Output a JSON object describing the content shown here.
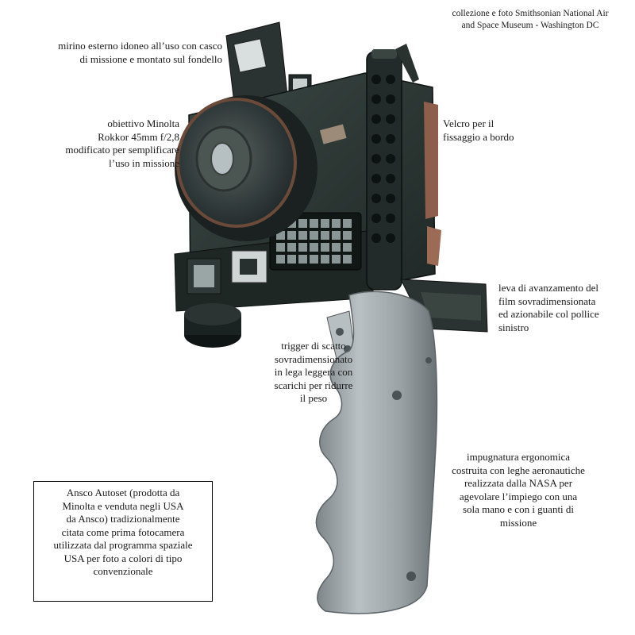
{
  "credit": "collezione e foto Smithsonian National Air\nand Space Museum - Washington DC",
  "annotations": {
    "viewfinder": "mirino esterno idoneo all’uso con casco\ndi missione e montato sul fondello",
    "lens": "obiettivo Minolta\nRokkor 45mm f/2,8\nmodificato per semplificare\nl’uso in missione",
    "velcro": "Velcro per il\nfissaggio a bordo",
    "lever": "leva di avanzamento del\nfilm sovradimensionata\ned azionabile col pollice\nsinistro",
    "trigger": "trigger di scatto\nsovradimensionato\nin lega leggera con\nscarichi per ridurre\nil peso",
    "grip": "impugnatura ergonomica\ncostruita con leghe aeronautiche\nrealizzata dalla NASA per\nagevolare l’impiego con una\nsola mano e con i guanti di\nmissione"
  },
  "caption": "Ansco Autoset (prodotta da\nMinolta e venduta negli USA\nda Ansco) tradizionalmente\ncitata come prima fotocamera\nutilizzata dal programma spaziale\nUSA per foto a colori di tipo\nconvenzionale",
  "colors": {
    "camera_body": "#2e3a36",
    "camera_dark": "#1c2422",
    "lens_ring": "#6b4a3a",
    "grip_metal": "#9ca3a6",
    "grip_shadow": "#6c7478",
    "caption_border": "#000000"
  }
}
